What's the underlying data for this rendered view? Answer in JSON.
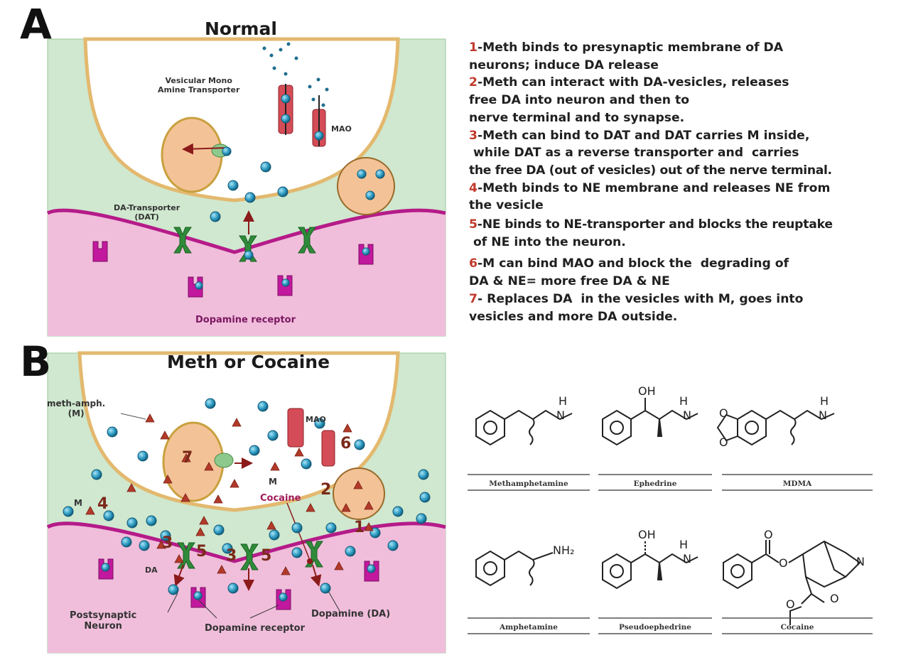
{
  "panel_a": {
    "letter": "A",
    "title": "Normal",
    "labels": {
      "vmat": "Vesicular Mono\nAmine Transporter",
      "mao": "MAO",
      "dat": "DA-Transporter\n(DAT)",
      "receptor": "Dopamine receptor"
    }
  },
  "panel_b": {
    "letter": "B",
    "title": "Meth or Cocaine",
    "labels": {
      "meth": "meth-amph.\n(M)",
      "mao": "MAO",
      "m": "M",
      "m4": "M",
      "cocaine": "Cocaine",
      "da": "DA",
      "postsynaptic": "Postsynaptic\nNeuron",
      "receptor": "Dopamine receptor",
      "dopamine": "Dopamine (DA)"
    },
    "numbers": [
      "1",
      "2",
      "3",
      "3",
      "4",
      "5",
      "5",
      "6",
      "7"
    ]
  },
  "steps": [
    {
      "num": "1",
      "lines": [
        "-Meth binds to presynaptic membrane of DA",
        "neurons; induce DA release"
      ]
    },
    {
      "num": "2",
      "lines": [
        "-Meth can interact with DA-vesicles, releases",
        "free DA into neuron and then to",
        "nerve terminal and to synapse."
      ]
    },
    {
      "num": "3",
      "lines": [
        "-Meth can bind to DAT and DAT carries M inside,",
        " while DAT as a reverse transporter and  carries",
        "the free DA (out of vesicles) out of the nerve terminal."
      ]
    },
    {
      "num": "4",
      "lines": [
        "-Meth binds to NE membrane and releases NE from",
        "the vesicle"
      ]
    },
    {
      "num": "5",
      "lines": [
        "-NE binds to NE-transporter and blocks the reuptake",
        " of NE into the neuron."
      ]
    },
    {
      "num": "6",
      "lines": [
        "-M can bind MAO and block the  degrading of",
        "DA & NE= more free DA & NE"
      ]
    },
    {
      "num": "7",
      "lines": [
        "- Replaces DA  in the vesicles with M, goes into",
        "vesicles and more DA outside."
      ]
    }
  ],
  "molecules": [
    {
      "name": "Methamphetamine",
      "atoms": [
        "H",
        "N"
      ]
    },
    {
      "name": "Ephedrine",
      "atoms": [
        "OH",
        "H",
        "N"
      ]
    },
    {
      "name": "MDMA",
      "atoms": [
        "O",
        "O",
        "H",
        "N"
      ]
    },
    {
      "name": "Amphetamine",
      "atoms": [
        "NH₂"
      ]
    },
    {
      "name": "Pseudoephedrine",
      "atoms": [
        "OH",
        "H",
        "N"
      ]
    },
    {
      "name": "Cocaine",
      "atoms": [
        "O",
        "O",
        "O",
        "O",
        "N"
      ]
    }
  ],
  "colors": {
    "synapse_bg": "#cfe8cf",
    "presynaptic_fill": "#ffffff",
    "presynaptic_border": "#e8c585",
    "postsynaptic_fill": "#f0bedb",
    "postsynaptic_border": "#b51b89",
    "vesicle_fill": "#f3c397",
    "dopamine": "#2f9dc4",
    "meth": "#b23a2a",
    "transporter": "#2e7d32",
    "receptor": "#c2189e",
    "mao": "#d44c57",
    "step_number": "#c0392b"
  }
}
